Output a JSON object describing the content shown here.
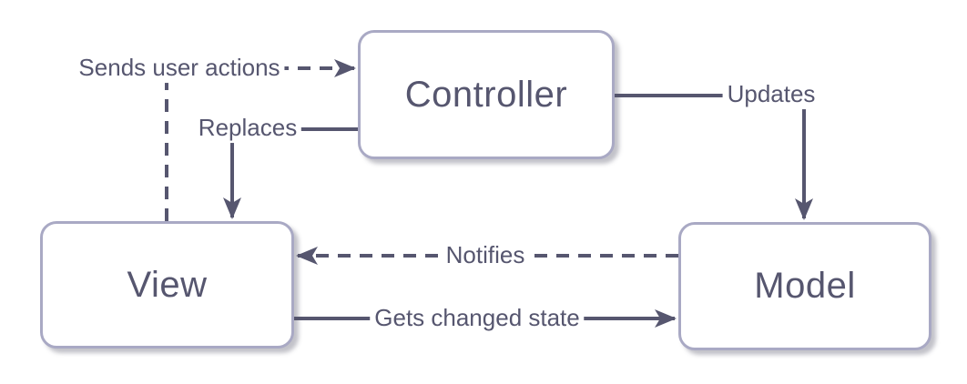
{
  "diagram": {
    "nodes": [
      {
        "id": "controller",
        "label": "Controller"
      },
      {
        "id": "view",
        "label": "View"
      },
      {
        "id": "model",
        "label": "Model"
      }
    ],
    "edges": [
      {
        "id": "sends-user-actions",
        "label": "Sends user actions",
        "from": "view",
        "to": "controller",
        "line_style": "dashed"
      },
      {
        "id": "replaces",
        "label": "Replaces",
        "from": "controller",
        "to": "view",
        "line_style": "solid"
      },
      {
        "id": "updates",
        "label": "Updates",
        "from": "controller",
        "to": "model",
        "line_style": "solid"
      },
      {
        "id": "notifies",
        "label": "Notifies",
        "from": "model",
        "to": "view",
        "line_style": "dashed"
      },
      {
        "id": "gets-changed-state",
        "label": "Gets changed state",
        "from": "view",
        "to": "model",
        "line_style": "solid"
      }
    ],
    "colors": {
      "ink": "#56566f",
      "node_border": "#a9a9c4",
      "node_fill": "#ffffff",
      "background": "#ffffff",
      "shadow": "rgba(80,80,100,0.35)"
    }
  }
}
